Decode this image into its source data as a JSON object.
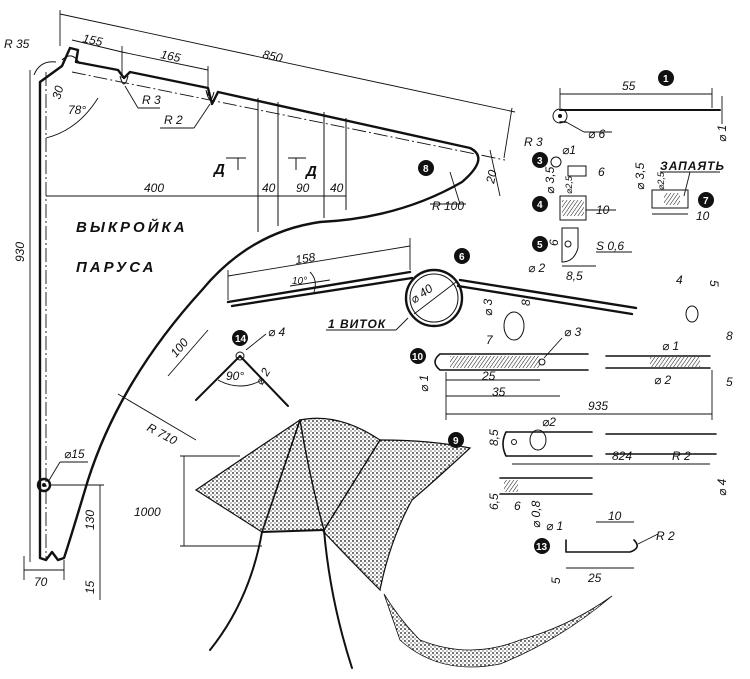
{
  "title_line1": "ВЫКРОЙКА",
  "title_line2": "ПАРУСА",
  "coil_label": "1 ВИТОК",
  "solder_label": "ЗАПАЯТЬ",
  "section_labels": [
    "Д",
    "Д"
  ],
  "part_numbers": [
    "1",
    "3",
    "4",
    "5",
    "6",
    "7",
    "8",
    "9",
    "10",
    "13",
    "14"
  ],
  "sail_dims": {
    "r35": "R 35",
    "d155": "155",
    "d165": "165",
    "d850": "850",
    "d30": "30",
    "a78": "78°",
    "r3": "R 3",
    "r2": "R 2",
    "d400": "400",
    "d40a": "40",
    "d90": "90",
    "d40b": "40",
    "d20": "20",
    "r100": "R 100",
    "d930": "930",
    "r710": "R 710",
    "phi15": "⌀15",
    "d130": "130",
    "d70": "70",
    "d15": "15"
  },
  "part1": {
    "d55": "55",
    "phi6": "⌀ 6",
    "phi1": "⌀ 1"
  },
  "part3": {
    "r3": "R 3",
    "phi1": "⌀1"
  },
  "part4": {
    "phi35": "⌀ 3,5",
    "phi25": "⌀2,5",
    "d6": "6",
    "d10": "10"
  },
  "part7": {
    "phi35": "⌀ 3,5",
    "phi25": "⌀2,5",
    "d10": "10"
  },
  "part5": {
    "d6": "6",
    "phi2": "⌀ 2",
    "s06": "S 0,6",
    "d85": "8,5"
  },
  "part6": {
    "d158": "158",
    "a10": "10°",
    "phi40": "⌀ 40",
    "phi3": "⌀ 3"
  },
  "part14": {
    "d100": "100",
    "phi4": "⌀ 4",
    "a90": "90°",
    "phi2": "⌀ 2"
  },
  "part10": {
    "d7": "7",
    "d8": "8",
    "phi3": "⌀ 3",
    "phi1": "⌀ 1",
    "d25": "25",
    "d35": "35",
    "d4": "4",
    "d5": "5",
    "phi1b": "⌀ 1",
    "d8b": "8",
    "phi2": "⌀ 2",
    "d5b": "5",
    "d935": "935"
  },
  "part9": {
    "phi2": "⌀2",
    "d85": "8,5",
    "d824": "824",
    "r2": "R 2",
    "phi4": "⌀ 4",
    "d65": "6,5",
    "d6": "6",
    "phi08": "⌀ 0,8"
  },
  "part13": {
    "phi1": "⌀ 1",
    "d10": "10",
    "r2": "R 2",
    "d5": "5",
    "d25": "25"
  },
  "d1000": "1000"
}
